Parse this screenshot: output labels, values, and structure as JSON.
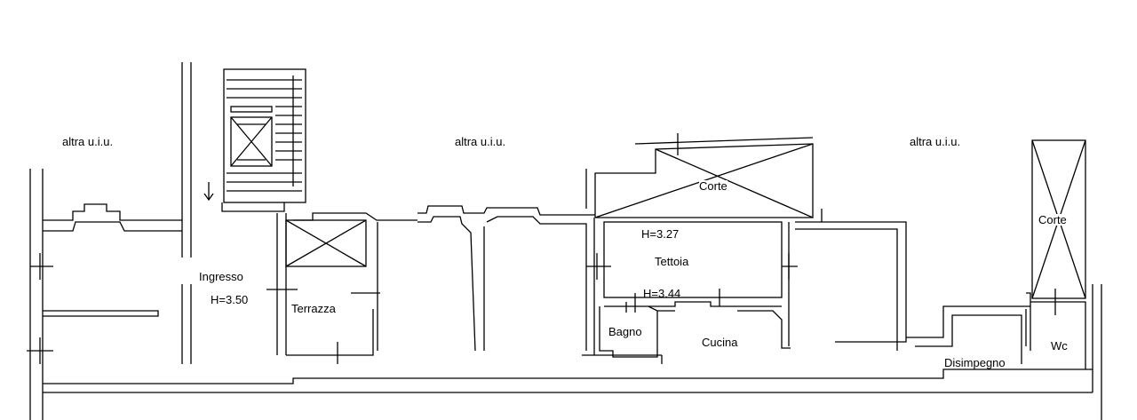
{
  "labels": {
    "altra_left": "altra u.i.u.",
    "altra_center": "altra u.i.u.",
    "altra_right": "altra u.i.u.",
    "corte_top": "Corte",
    "corte_right": "Corte",
    "h_tettoia_top": "H=3.27",
    "tettoia": "Tettoia",
    "h_tettoia_bottom": "H=3.44",
    "ingresso": "Ingresso",
    "h_ingresso": "H=3.50",
    "terrazza": "Terrazza",
    "bagno": "Bagno",
    "cucina": "Cucina",
    "wc": "Wc",
    "disimpegno": "Disimpegno"
  }
}
